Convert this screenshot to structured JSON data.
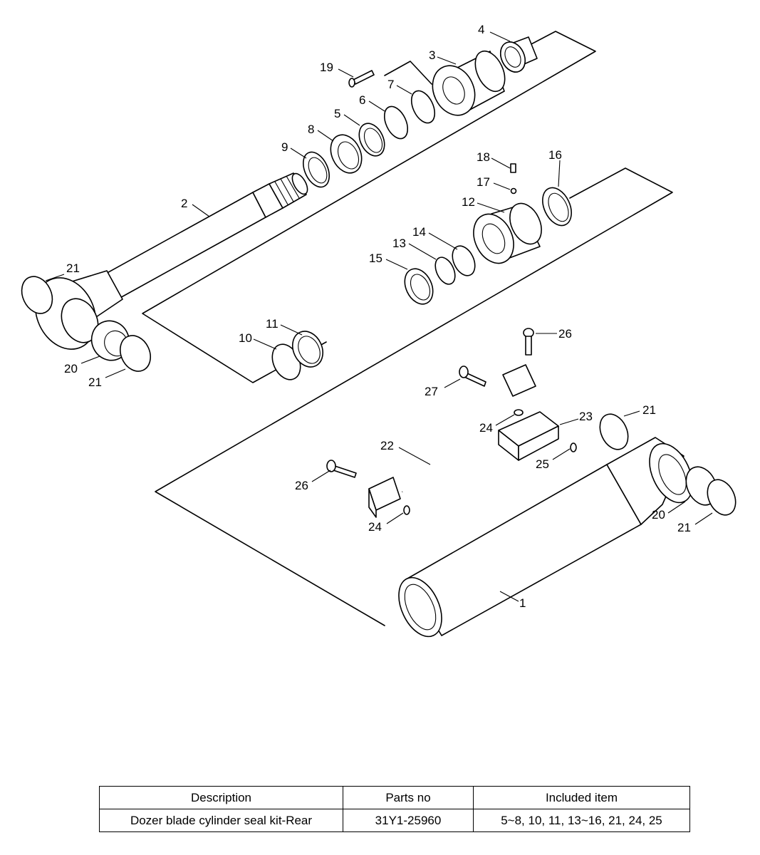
{
  "callouts": {
    "c1": "1",
    "c2": "2",
    "c3": "3",
    "c4": "4",
    "c5": "5",
    "c6": "6",
    "c7": "7",
    "c8": "8",
    "c9": "9",
    "c10": "10",
    "c11": "11",
    "c12": "12",
    "c13": "13",
    "c14": "14",
    "c15": "15",
    "c16": "16",
    "c17": "17",
    "c18": "18",
    "c19": "19",
    "c20": "20",
    "c21": "21",
    "c22": "22",
    "c23": "23",
    "c24": "24",
    "c25": "25",
    "c26": "26",
    "c27": "27"
  },
  "parts_table": {
    "headers": {
      "description": "Description",
      "parts_no": "Parts no",
      "included": "Included item"
    },
    "row": {
      "description": "Dozer blade cylinder seal kit-Rear",
      "parts_no": "31Y1-25960",
      "included": "5~8, 10, 11, 13~16, 21, 24, 25"
    }
  }
}
